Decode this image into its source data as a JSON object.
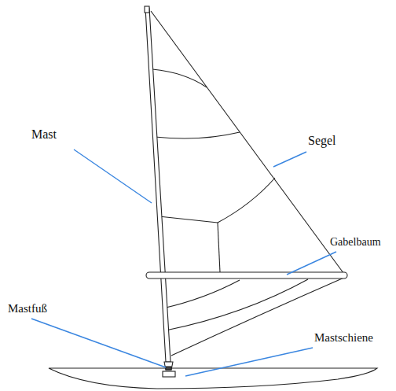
{
  "diagram": {
    "labels": [
      "Mast",
      "Segel",
      "Gabelbaum",
      "Mastfuß",
      "Mastschiene"
    ]
  }
}
